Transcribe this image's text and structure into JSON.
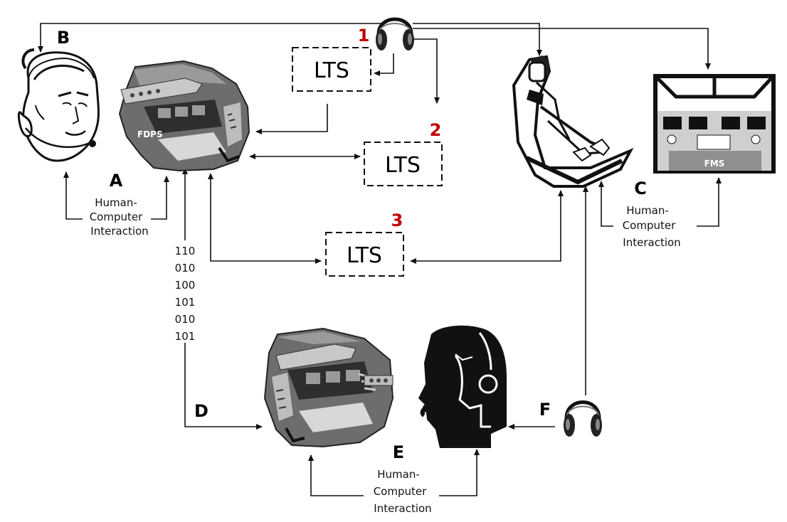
{
  "nodes": {
    "a": {
      "letter": "A",
      "hci": [
        "Human-",
        "Computer",
        "Interaction"
      ]
    },
    "b": {
      "letter": "B"
    },
    "c": {
      "letter": "C",
      "hci": [
        "Human-",
        "Computer",
        "Interaction"
      ]
    },
    "d": {
      "letter": "D"
    },
    "e": {
      "letter": "E",
      "hci": [
        "Human-",
        "Computer",
        "Interaction"
      ]
    },
    "f": {
      "letter": "F"
    }
  },
  "lts": [
    {
      "num": "1",
      "label": "LTS"
    },
    {
      "num": "2",
      "label": "LTS"
    },
    {
      "num": "3",
      "label": "LTS"
    }
  ],
  "computer_labels": {
    "fdps": "FDPS",
    "fms": "FMS"
  },
  "binary": [
    "110",
    "010",
    "100",
    "101",
    "010",
    "101"
  ],
  "icons": [
    "headset-icon",
    "headset-icon",
    "controller-with-headset-icon",
    "pilot-silhouette-icon",
    "fdps-computer-icon",
    "computer-icon",
    "pilot-seat-icon",
    "cockpit-fms-icon"
  ]
}
